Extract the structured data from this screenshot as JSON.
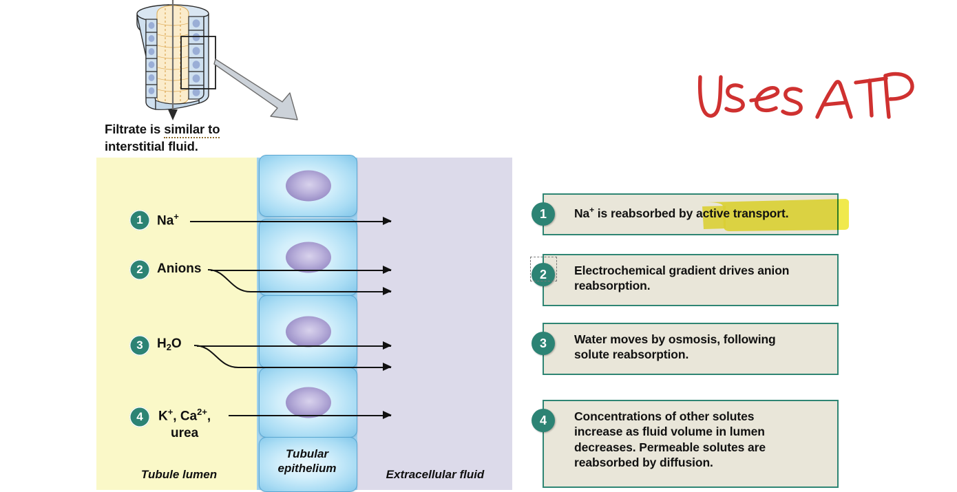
{
  "caption": {
    "line1_pre": "Filtrate is ",
    "line1_underlined": "similar to",
    "line2": "interstitial fluid."
  },
  "diagram": {
    "column_labels": {
      "lumen": "Tubule lumen",
      "epithelium": "Tubular\nepithelium",
      "epithelium_line1": "Tubular",
      "epithelium_line2": "epithelium",
      "extracellular": "Extracellular fluid"
    },
    "steps": [
      {
        "number": "1",
        "label_html": "Na<sup>+</sup>",
        "label_text": "Na+"
      },
      {
        "number": "2",
        "label_html": "Anions",
        "label_text": "Anions"
      },
      {
        "number": "3",
        "label_html": "H<sub>2</sub>O",
        "label_text": "H2O"
      },
      {
        "number": "4",
        "label_html": "K<sup>+</sup>, Ca<sup>2+</sup>,<br>urea",
        "label_text": "K+, Ca2+, urea"
      }
    ],
    "colors": {
      "lumen_fill": "#faf8c8",
      "extracellular_fill": "#dcdaea",
      "epithelium_fill": "#a9dcf4",
      "nucleus": "#9d92c9",
      "marker_teal": "#2c8374"
    }
  },
  "callouts": [
    {
      "number": "1",
      "text_before_highlight": "Na",
      "text_sup": "+",
      "text_mid": " is reabsorbed by ",
      "text_highlighted": "active transport.",
      "full_text": "Na+ is reabsorbed by active transport.",
      "highlighted": true,
      "selected": false
    },
    {
      "number": "2",
      "full_text": "Electrochemical gradient drives anion reabsorption.",
      "line1": "Electrochemical gradient drives anion",
      "line2": "reabsorption.",
      "highlighted": false,
      "selected": true
    },
    {
      "number": "3",
      "full_text": "Water moves by osmosis, following solute reabsorption.",
      "line1": "Water moves by osmosis, following",
      "line2": "solute reabsorption.",
      "highlighted": false,
      "selected": false
    },
    {
      "number": "4",
      "full_text": "Concentrations of other solutes increase as fluid volume in lumen decreases. Permeable solutes are reabsorbed by diffusion.",
      "line1": "Concentrations of other solutes",
      "line2": "increase as fluid volume in lumen",
      "line3": "decreases. Permeable solutes are",
      "line4": "reabsorbed by diffusion.",
      "highlighted": false,
      "selected": false
    }
  ],
  "annotation": {
    "ink_text": "Uses ATP",
    "ink_color": "#d32f2f",
    "highlight_color": "#efe73f"
  }
}
